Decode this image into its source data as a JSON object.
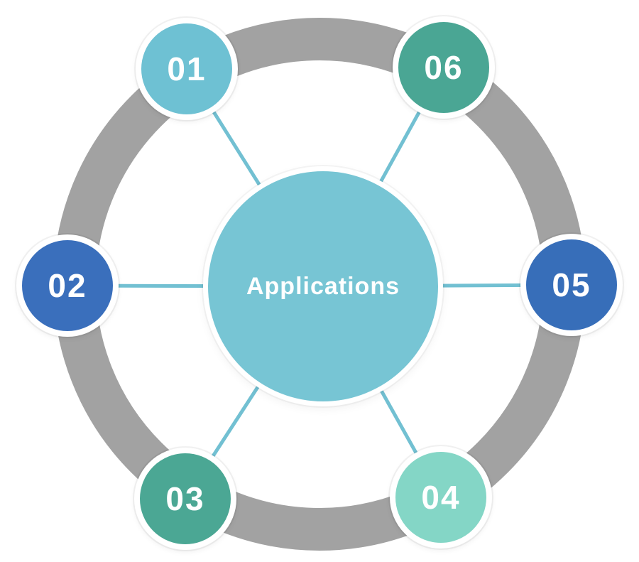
{
  "diagram": {
    "type": "circular-hub-spoke",
    "center_node": {
      "label": "Applications",
      "fill": "#77c5d4"
    },
    "nodes": [
      {
        "label": "01",
        "fill": "#6ec1d3",
        "position": "top-left"
      },
      {
        "label": "02",
        "fill": "#3a6fbc",
        "position": "left"
      },
      {
        "label": "03",
        "fill": "#4ba794",
        "position": "bottom-left"
      },
      {
        "label": "04",
        "fill": "#84d6c6",
        "position": "bottom-right"
      },
      {
        "label": "05",
        "fill": "#376eb9",
        "position": "right"
      },
      {
        "label": "06",
        "fill": "#4aa694",
        "position": "top-right"
      }
    ],
    "colors": {
      "ring": "#a2a2a2",
      "connector": "#72c0d2",
      "node_border": "#ffffff",
      "label_text": "#ffffff",
      "background": "#ffffff"
    }
  }
}
